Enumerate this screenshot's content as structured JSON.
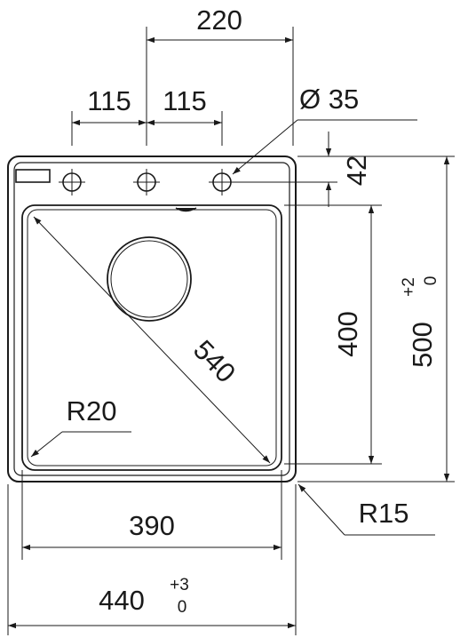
{
  "dimensions": {
    "hole_spacing_total": "220",
    "hole_spacing_left": "115",
    "hole_spacing_right": "115",
    "hole_diameter": "Ø 35",
    "hole_offset": "42",
    "bowl_depth": "400",
    "overall_depth": "500",
    "overall_depth_tol_upper": "+2",
    "overall_depth_tol_lower": "0",
    "diagonal": "540",
    "inner_radius": "R20",
    "outer_radius": "R15",
    "bowl_width": "390",
    "overall_width": "440",
    "overall_width_tol_upper": "+3",
    "overall_width_tol_lower": "0"
  }
}
